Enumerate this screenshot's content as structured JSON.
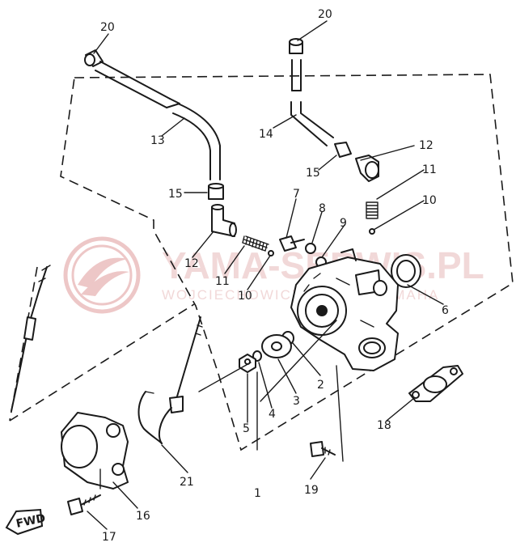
{
  "watermark": {
    "title": "YAMA-SERWIS.PL",
    "subtitle": "WOJCIECHOWICZ  CZĘŚCI  YAMAHA",
    "color": "#e0a0a0"
  },
  "fwd_badge": {
    "text": "FWD"
  },
  "callouts": {
    "c1": "1",
    "c2": "2",
    "c3": "3",
    "c4": "4",
    "c5": "5",
    "c6": "6",
    "c7": "7",
    "c8": "8",
    "c9": "9",
    "c10a": "10",
    "c10b": "10",
    "c11a": "11",
    "c11b": "11",
    "c12a": "12",
    "c12b": "12",
    "c13": "13",
    "c14": "14",
    "c15a": "15",
    "c15b": "15",
    "c16": "16",
    "c17": "17",
    "c18": "18",
    "c19": "19",
    "c20a": "20",
    "c20b": "20",
    "c21": "21"
  }
}
